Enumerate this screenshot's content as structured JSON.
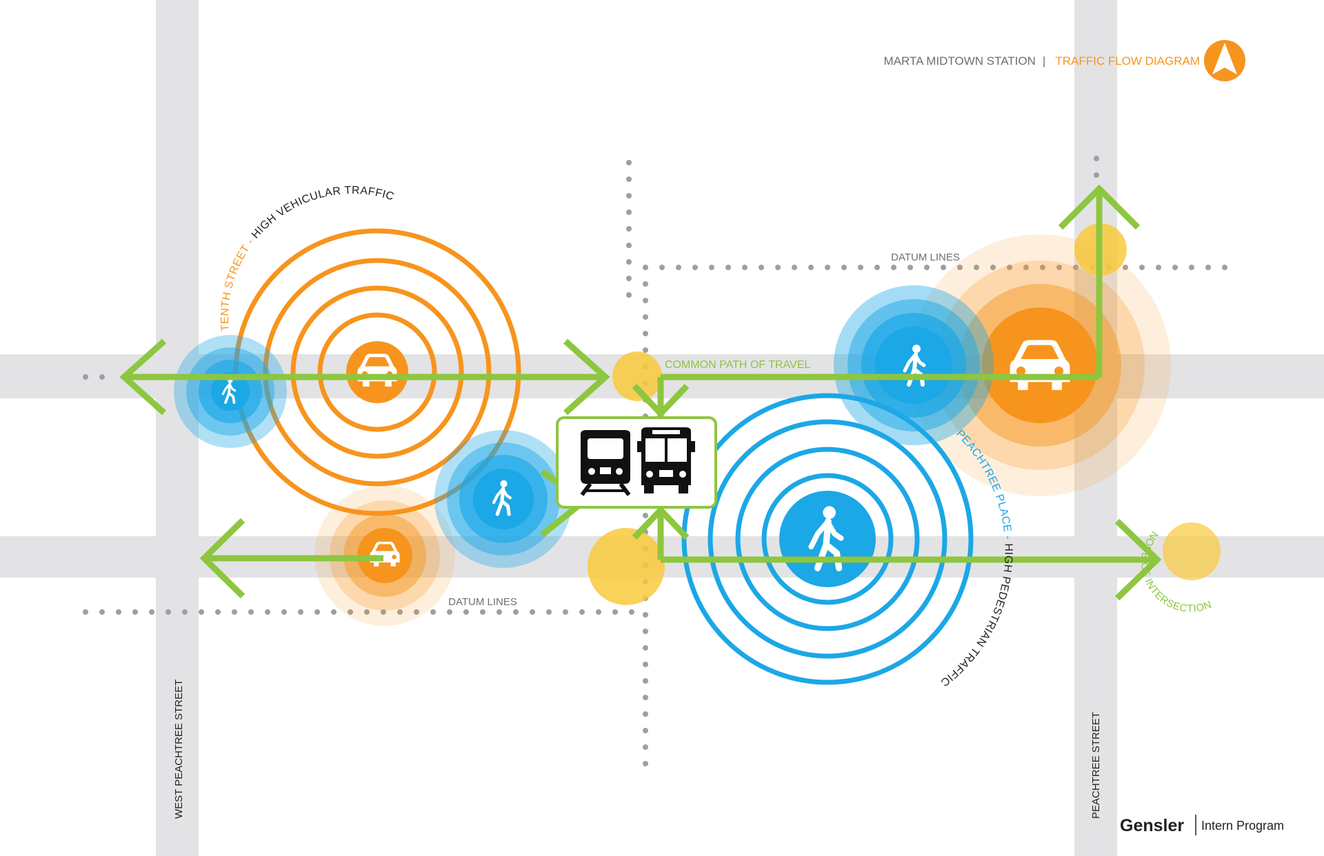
{
  "header": {
    "project": "MARTA MIDTOWN STATION",
    "separator": "|",
    "diagram_title": "TRAFFIC FLOW DIAGRAM"
  },
  "streets": {
    "west_peachtree": "WEST PEACHTREE STREET",
    "peachtree": "PEACHTREE STREET"
  },
  "labels": {
    "tenth_street": "TENTH STREET",
    "tenth_street_dash": " - ",
    "high_vehicular": "HIGH VEHICULAR TRAFFIC",
    "peachtree_place": "PEACHTREE PLACE",
    "peachtree_place_dash": " - ",
    "high_pedestrian": "HIGH PEDESTRIAN TRAFFIC",
    "datum_lines_top": "DATUM LINES",
    "datum_lines_bottom": "DATUM LINES",
    "common_path": "COMMON PATH OF TRAVEL",
    "node_of_intersection": "NODE OF INTERSECTION"
  },
  "footer": {
    "brand": "Gensler",
    "program": "Intern Program"
  },
  "colors": {
    "orange": "#F7941D",
    "blue": "#1CA7E6",
    "green": "#8DC63F",
    "yellow": "#F9C93C",
    "street_gray": "#E3E3E5",
    "dot_gray": "#9D9FA2",
    "text_gray": "#6D6E71"
  },
  "icons": [
    "north-arrow-icon",
    "car-icon",
    "pedestrian-icon",
    "train-icon",
    "bus-icon"
  ]
}
